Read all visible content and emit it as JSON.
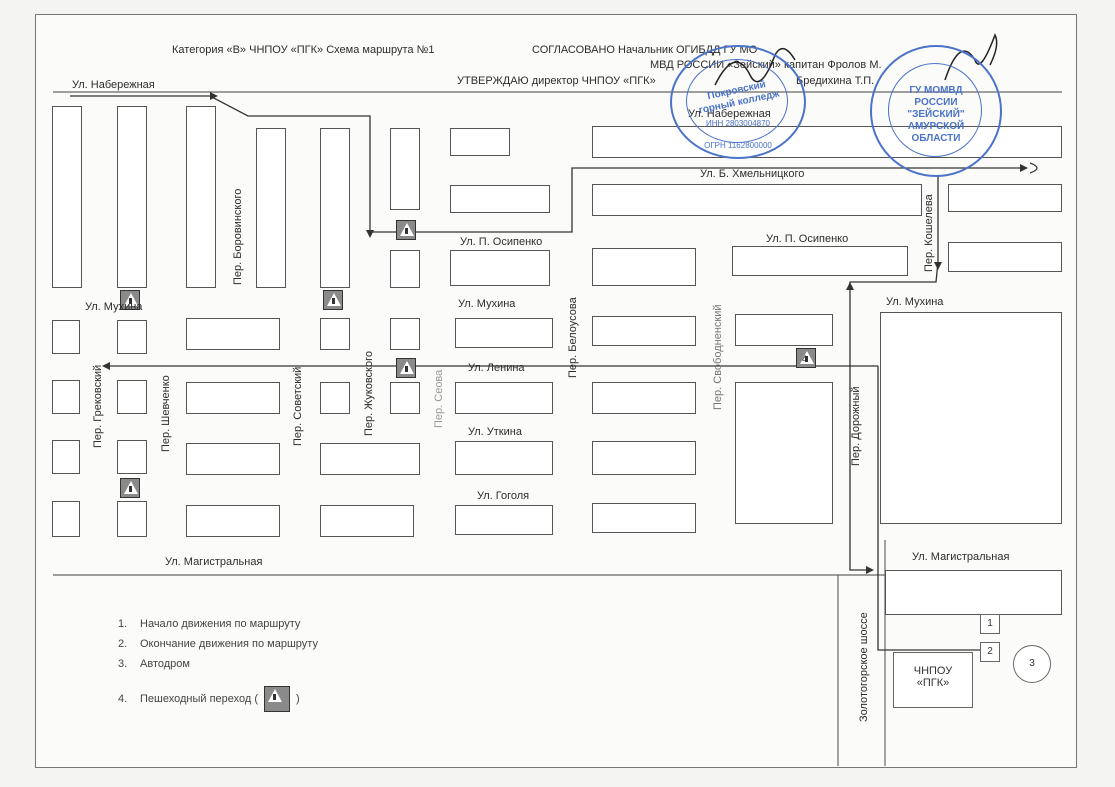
{
  "header": {
    "line1_left": "Категория «В» ЧНПОУ «ПГК» Схема маршрута №1",
    "line1_right": "СОГЛАСОВАНО  Начальник ОГИБДД ГУ МО",
    "line2": "МВД РОССИИ «Зейский»  капитан   Фролов М.",
    "line3_left": "УТВЕРЖДАЮ  директор  ЧНПОУ  «ПГК»",
    "line3_right": "Бредихина Т.П."
  },
  "streets": {
    "naberezhnaya_left": "Ул. Набережная",
    "naberezhnaya_right": "Ул. Набережная",
    "khmelnitskogo": "Ул. Б. Хмельницкого",
    "osipenko_1": "Ул. П. Осипенко",
    "osipenko_2": "Ул. П. Осипенко",
    "mukhina_left": "Ул. Мухина",
    "mukhina_mid": "Ул. Мухина",
    "mukhina_right": "Ул. Мухина",
    "lenina": "Ул. Ленина",
    "utkina": "Ул. Уткина",
    "gogolya": "Ул. Гоголя",
    "magistralnaya_left": "Ул. Магистральная",
    "magistralnaya_right": "Ул. Магистральная",
    "grekovsky": "Пер. Грековский",
    "shevchenko": "Пер. Шевченко",
    "borovinskogo": "Пер. Боровинского",
    "sovetsky": "Пер. Советский",
    "zhukovskogo": "Пер. Жуковского",
    "seova": "Пер. Сеова",
    "belousova": "Пер. Белоусова",
    "svobodnensky": "Пер. Свободненский",
    "dorozhny": "Пер. Дорожный",
    "kosheleva": "Пер. Кошелева",
    "zolotogorskoe": "Золотогорское  шоссе"
  },
  "college": {
    "line1": "ЧНПОУ",
    "line2": "«ПГК»",
    "marker1": "1",
    "marker2": "2",
    "marker3": "3"
  },
  "crossing_label": "4",
  "legend": [
    {
      "num": "1.",
      "text": "Начало движения по маршруту"
    },
    {
      "num": "2.",
      "text": "Окончание движения по маршруту"
    },
    {
      "num": "3.",
      "text": "Автодром"
    },
    {
      "num": "4.",
      "text": "Пешеходный переход  (",
      "suffix": ")"
    }
  ],
  "stamps": {
    "college_name": "Покровский горный колледж",
    "inn": "ИНН 2803004870",
    "ogrn": "ОГРН 1162800000",
    "police_line1": "ГУ МОМВД",
    "police_line2": "РОССИИ",
    "police_line3": "\"ЗЕЙСКИЙ\"",
    "police_line4": "АМУРСКОЙ",
    "police_line5": "ОБЛАСТИ"
  },
  "colors": {
    "route_line": "#333333",
    "stamp_blue": "#4a73c9"
  }
}
